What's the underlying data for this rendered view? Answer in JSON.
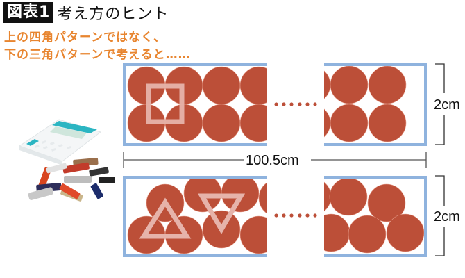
{
  "header": {
    "label": "図表1",
    "title": "考え方のヒント"
  },
  "subtitle": {
    "line1": "上の四角パターンではなく、",
    "line2": "下の三角パターンで考えると……"
  },
  "dimensions": {
    "width_label": "100.5cm",
    "top_height_label": "2cm",
    "bottom_height_label": "2cm"
  },
  "icons": {
    "photo": "calculator-and-batteries-image",
    "square_overlay": "square-outline-icon",
    "triangle_up_overlay": "triangle-up-outline-icon",
    "triangle_down_overlay": "triangle-down-outline-icon",
    "ellipsis": "ellipsis-dots-icon"
  },
  "colors": {
    "circle": "#BC4F38",
    "box_border": "#8FB3DE",
    "overlay": "#E6B3AA",
    "subtitle": "#E8852F",
    "label_bg": "#111111"
  },
  "patterns": {
    "top": "square packing",
    "bottom": "triangular packing"
  }
}
